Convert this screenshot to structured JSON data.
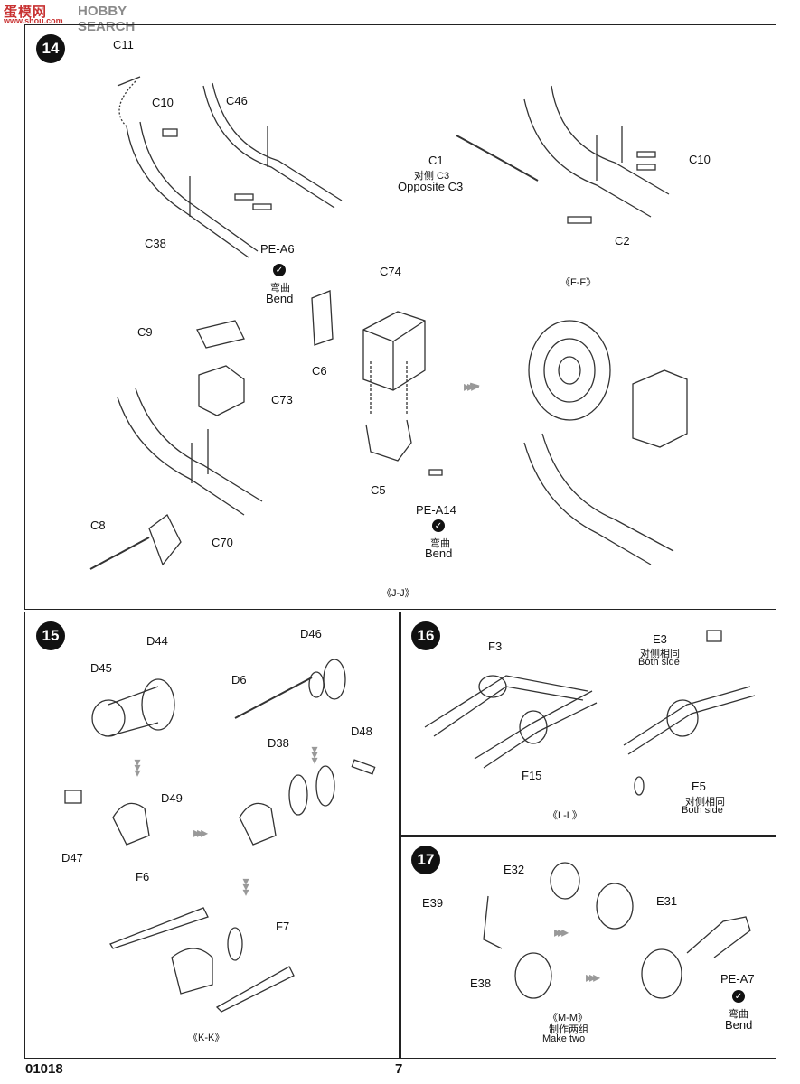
{
  "watermark": {
    "logo": "蛋模网",
    "brand": "HOBBY SEARCH",
    "url": "www.shou.com"
  },
  "steps": [
    {
      "number": "14"
    },
    {
      "number": "15"
    },
    {
      "number": "16"
    },
    {
      "number": "17"
    }
  ],
  "step14": {
    "labels": {
      "c11": "C11",
      "c10a": "C10",
      "c46": "C46",
      "c38": "C38",
      "pea6": "PE-A6",
      "bend_cn_1": "弯曲",
      "bend_en_1": "Bend",
      "c1": "C1",
      "opp_cn": "对侧 C3",
      "opp_en": "Opposite C3",
      "c10b": "C10",
      "c2": "C2",
      "ff": "《F-F》",
      "c74": "C74",
      "c9": "C9",
      "c6": "C6",
      "c73": "C73",
      "c5": "C5",
      "pea14": "PE-A14",
      "bend_cn_2": "弯曲",
      "bend_en_2": "Bend",
      "c8": "C8",
      "c70": "C70",
      "jj": "《J-J》"
    }
  },
  "step15": {
    "labels": {
      "d44": "D44",
      "d45": "D45",
      "d46": "D46",
      "d6": "D6",
      "d38": "D38",
      "d48": "D48",
      "d49": "D49",
      "d47": "D47",
      "f6": "F6",
      "f7": "F7",
      "kk": "《K-K》"
    }
  },
  "step16": {
    "labels": {
      "f3": "F3",
      "e3": "E3",
      "both_cn_1": "对侧相同",
      "both_en_1": "Both side",
      "f15": "F15",
      "e5": "E5",
      "both_cn_2": "对侧相同",
      "both_en_2": "Both side",
      "ll": "《L-L》"
    }
  },
  "step17": {
    "labels": {
      "e32": "E32",
      "e39": "E39",
      "e31": "E31",
      "e38": "E38",
      "mm": "《M-M》",
      "make_cn": "制作两组",
      "make_en": "Make  two",
      "pea7": "PE-A7",
      "bend_cn": "弯曲",
      "bend_en": "Bend"
    }
  },
  "footer": {
    "code": "01018",
    "page": "7"
  }
}
